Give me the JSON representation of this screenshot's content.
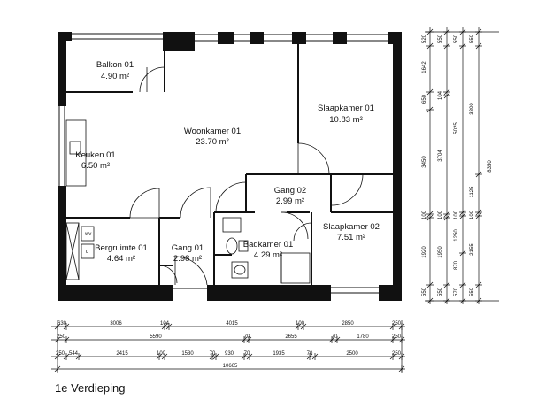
{
  "floor_label": "1e Verdieping",
  "rooms": [
    {
      "name": "Balkon 01",
      "area": "4.90 m²"
    },
    {
      "name": "Woonkamer 01",
      "area": "23.70 m²"
    },
    {
      "name": "Slaapkamer 01",
      "area": "10.83 m²"
    },
    {
      "name": "Keuken 01",
      "area": "6.50 m²"
    },
    {
      "name": "Gang 02",
      "area": "2.99 m²"
    },
    {
      "name": "Slaapkamer 02",
      "area": "7.51 m²"
    },
    {
      "name": "Bergruimte 01",
      "area": "4.64 m²"
    },
    {
      "name": "Gang 01",
      "area": "2.98 m²"
    },
    {
      "name": "Badkamer 01",
      "area": "4.29 m²"
    }
  ],
  "appliance_labels": {
    "washer": "wv",
    "dryer": "d"
  },
  "dimensions": {
    "bottom_row1": [
      "630",
      "3006",
      "104",
      "4015",
      "100",
      "2850",
      "250"
    ],
    "bottom_row2": [
      "250",
      "5590",
      "70",
      "2655",
      "70",
      "1780",
      "250"
    ],
    "bottom_row3": [
      "250",
      "544",
      "2415",
      "100",
      "1530",
      "70",
      "930",
      "70",
      "1935",
      "70",
      "2500",
      "250"
    ],
    "bottom_total": "10665",
    "right_col1": [
      "520",
      "1642",
      "650",
      "3450",
      "100",
      "1920",
      "550"
    ],
    "right_col2": [
      "550",
      "104",
      "3704",
      "100",
      "1950",
      "550"
    ],
    "right_col3": [
      "550",
      "5025",
      "100",
      "1250",
      "870",
      "570"
    ],
    "right_col4": [
      "550",
      "3800",
      "1125",
      "100",
      "2155",
      "550"
    ],
    "right_total": "8350"
  }
}
